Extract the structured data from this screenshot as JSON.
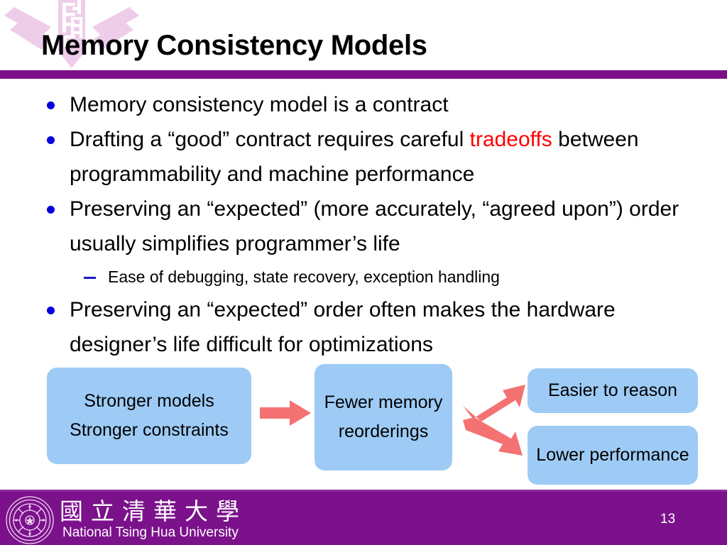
{
  "slide": {
    "title": "Memory Consistency Models",
    "page_number": "13",
    "accent_purple": "#7d1089",
    "footer_purple": "#7c118c",
    "bullet_blue": "#0000dd",
    "highlight_red": "#ff0000",
    "box_blue": "#9dcbf5",
    "arrow_salmon": "#f47272"
  },
  "bullets": [
    {
      "text": "Memory consistency model is a contract"
    },
    {
      "pre": "Drafting a “good” contract requires careful ",
      "highlight": "tradeoffs",
      "post": " between programmability and machine performance"
    },
    {
      "text": "Preserving an “expected” (more accurately, “agreed upon”) order usually simplifies programmer’s life"
    },
    {
      "text": "Preserving an “expected” order often makes the hardware designer’s life difficult for optimizations"
    }
  ],
  "sub_bullets": [
    "Ease of debugging, state recovery, exception handling"
  ],
  "diagram": {
    "boxes": [
      {
        "id": "stronger",
        "text": "Stronger models Stronger constraints"
      },
      {
        "id": "fewer",
        "text": "Fewer memory reorderings"
      },
      {
        "id": "easier",
        "text": "Easier to reason"
      },
      {
        "id": "lower",
        "text": "Lower performance"
      }
    ],
    "arrows": [
      {
        "id": "main",
        "direction": "right"
      },
      {
        "id": "up",
        "direction": "up-right"
      },
      {
        "id": "down",
        "direction": "down-right"
      }
    ]
  },
  "footer": {
    "university_cn": "國立清華大學",
    "university_en": "National Tsing Hua University"
  }
}
